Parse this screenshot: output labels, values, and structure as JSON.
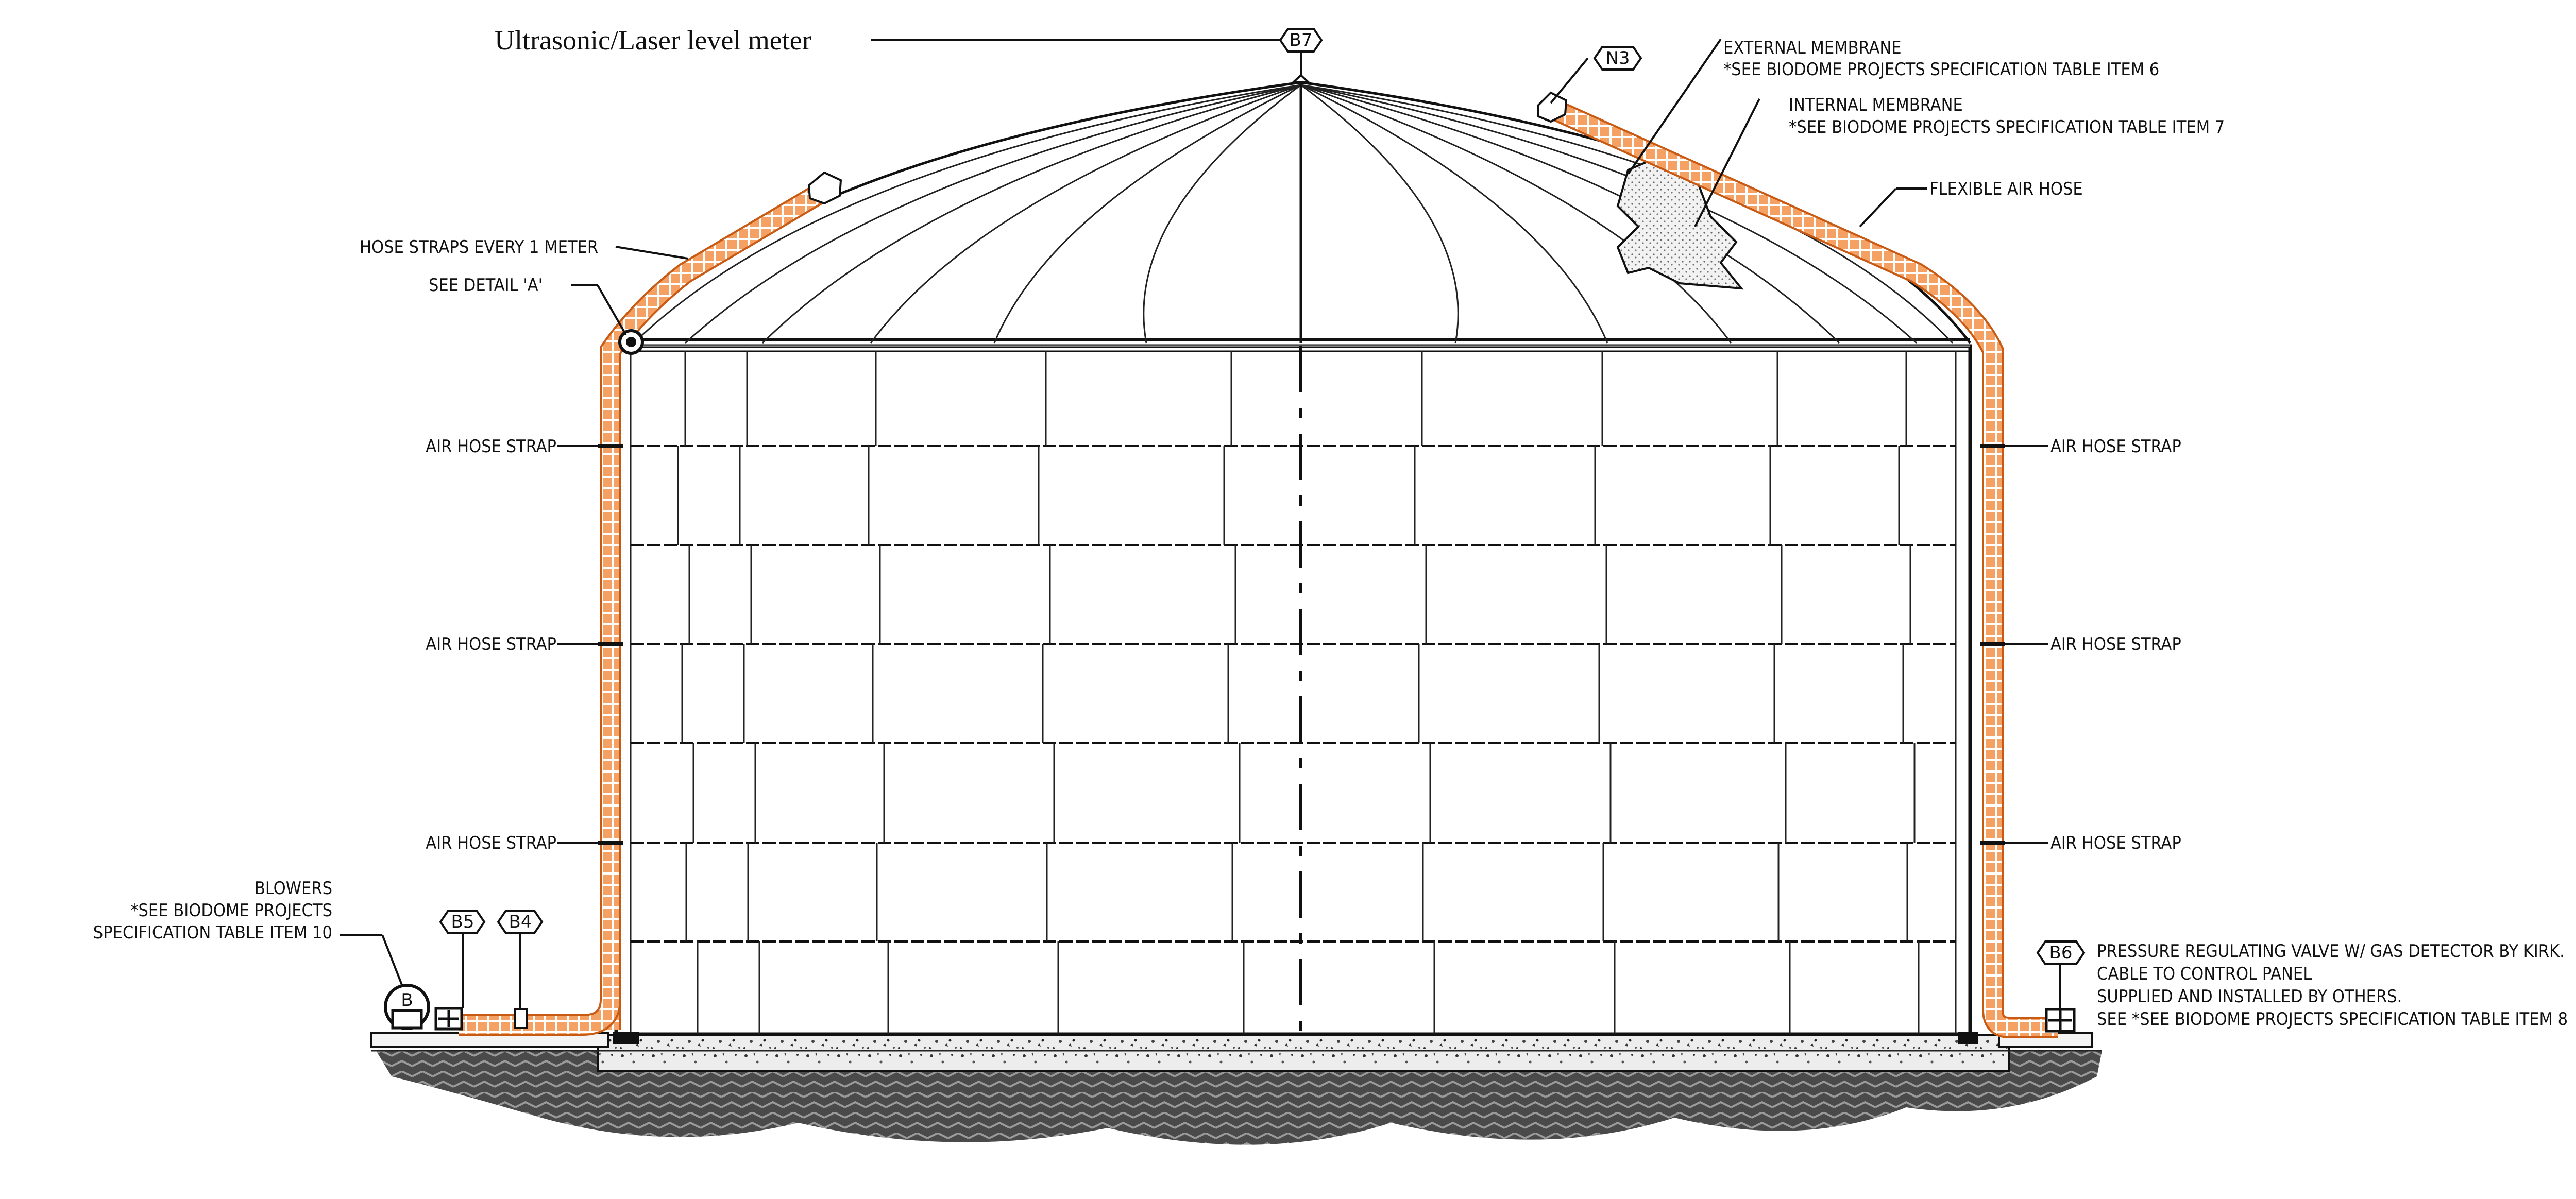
{
  "diagram": {
    "title_callout": "Ultrasonic/Laser level meter",
    "tags": {
      "b7": "B7",
      "n3": "N3",
      "b5": "B5",
      "b4": "B4",
      "b6": "B6",
      "blower_symbol": "B"
    },
    "callouts": {
      "external_membrane": [
        "EXTERNAL MEMBRANE",
        "*SEE BIODOME PROJECTS SPECIFICATION TABLE ITEM 6"
      ],
      "internal_membrane": [
        "INTERNAL MEMBRANE",
        "*SEE BIODOME PROJECTS SPECIFICATION TABLE ITEM 7"
      ],
      "flexible_air_hose": "FLEXIBLE AIR HOSE",
      "hose_straps": "HOSE STRAPS EVERY 1 METER",
      "see_detail": "SEE DETAIL 'A'",
      "blowers": [
        "BLOWERS",
        "*SEE BIODOME PROJECTS",
        "SPECIFICATION TABLE ITEM 10"
      ],
      "pressure_valve": [
        "PRESSURE REGULATING VALVE W/ GAS DETECTOR BY KIRK.",
        "CABLE TO CONTROL PANEL",
        "SUPPLIED AND INSTALLED BY OTHERS.",
        "SEE *SEE BIODOME PROJECTS SPECIFICATION TABLE ITEM 8"
      ]
    },
    "strap_labels_left": [
      "AIR HOSE STRAP",
      "AIR HOSE STRAP",
      "AIR HOSE STRAP"
    ],
    "strap_labels_right": [
      "AIR HOSE STRAP",
      "AIR HOSE STRAP",
      "AIR HOSE STRAP"
    ],
    "colors": {
      "hose": "#f08a3a",
      "line": "#111111",
      "concrete": "#d9d9d9",
      "ground": "#3a3a3a"
    }
  }
}
